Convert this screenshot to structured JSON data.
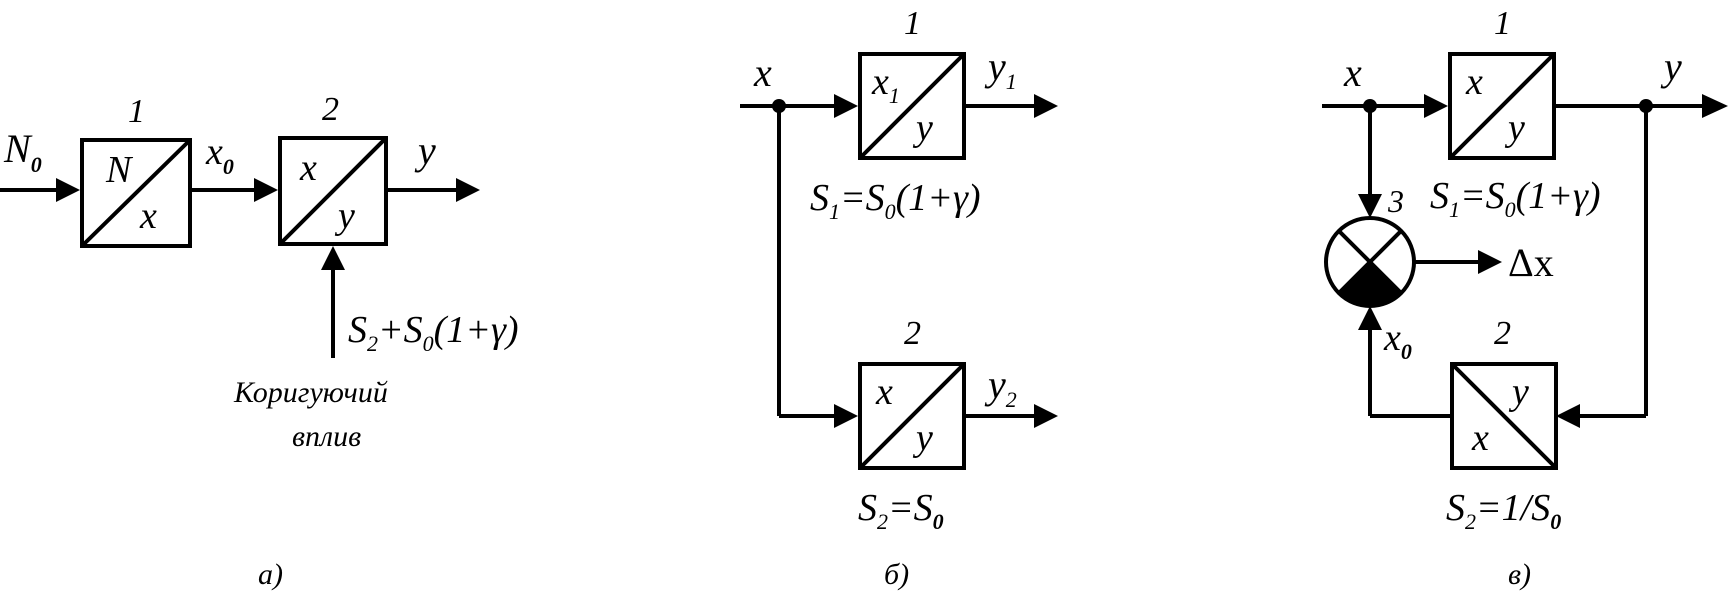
{
  "panel_a": {
    "label": "а)",
    "input": {
      "base": "N",
      "sub": "0"
    },
    "block1": {
      "num": "1",
      "top": "N",
      "bottom": "x"
    },
    "mid_signal": {
      "base": "x",
      "sub": "0"
    },
    "block2": {
      "num": "2",
      "top": "x",
      "bottom": "y"
    },
    "output": "y",
    "sens": {
      "p1": "S",
      "p1sub": "2",
      "p2": "+S",
      "p2sub": "0",
      "p3": "(1+γ)"
    },
    "correction_line1": "Коригуючий",
    "correction_line2": "вплив"
  },
  "panel_b": {
    "label": "б)",
    "input": "x",
    "block1": {
      "num": "1",
      "top": "x",
      "top_sub": "1",
      "bottom": "y"
    },
    "out1": {
      "base": "y",
      "sub": "1"
    },
    "sens1": {
      "p1": "S",
      "p1sub": "1",
      "p2": "=S",
      "p2sub": "0",
      "p3": "(1+γ)"
    },
    "block2": {
      "num": "2",
      "top": "x",
      "bottom": "y"
    },
    "out2": {
      "base": "y",
      "sub": "2"
    },
    "sens2": {
      "p1": "S",
      "p1sub": "2",
      "p2": "=S",
      "p2sub": "0"
    }
  },
  "panel_c": {
    "label": "в)",
    "input": "x",
    "block1": {
      "num": "1",
      "top": "x",
      "bottom": "y"
    },
    "output": "y",
    "sens1": {
      "p1": "S",
      "p1sub": "1",
      "p2": "=S",
      "p2sub": "0",
      "p3": "(1+γ)"
    },
    "comparator_num": "3",
    "delta": "Δx",
    "feedback": {
      "base": "x",
      "sub": "0"
    },
    "block2": {
      "num": "2",
      "top": "y",
      "bottom": "x"
    },
    "sens2": {
      "p1": "S",
      "p1sub": "2",
      "p2": "=1/S",
      "p2sub": "0"
    }
  }
}
